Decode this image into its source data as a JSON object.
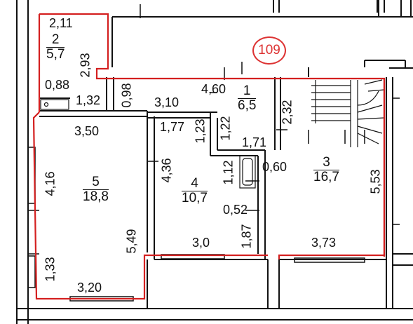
{
  "colors": {
    "apartment_outline": "#d42020",
    "wall": "#111111",
    "background": "#ffffff"
  },
  "apartment_number": "109",
  "rooms": [
    {
      "id": "r2",
      "number": "2",
      "area": "5,7"
    },
    {
      "id": "r1",
      "number": "1",
      "area": "6,5"
    },
    {
      "id": "r3",
      "number": "3",
      "area": "16,7"
    },
    {
      "id": "r4",
      "number": "4",
      "area": "10,7"
    },
    {
      "id": "r5",
      "number": "5",
      "area": "18,8"
    }
  ],
  "dimensions": {
    "d_2_11": "2,11",
    "d_2_93": "2,93",
    "d_0_88": "0,88",
    "d_1_32": "1,32",
    "d_0_98": "0,98",
    "d_3_10": "3,10",
    "d_4_60": "4,60",
    "d_2_32": "2,32",
    "d_3_50": "3,50",
    "d_1_77": "1,77",
    "d_1_23": "1,23",
    "d_1_22": "1,22",
    "d_1_71": "1,71",
    "d_0_60": "0,60",
    "d_4_16": "4,16",
    "d_4_36": "4,36",
    "d_1_12": "1,12",
    "d_0_52": "0,52",
    "d_5_53": "5,53",
    "d_5_49": "5,49",
    "d_3_0": "3,0",
    "d_3_73": "3,73",
    "d_1_87": "1,87",
    "d_1_33": "1,33",
    "d_3_20": "3,20"
  }
}
